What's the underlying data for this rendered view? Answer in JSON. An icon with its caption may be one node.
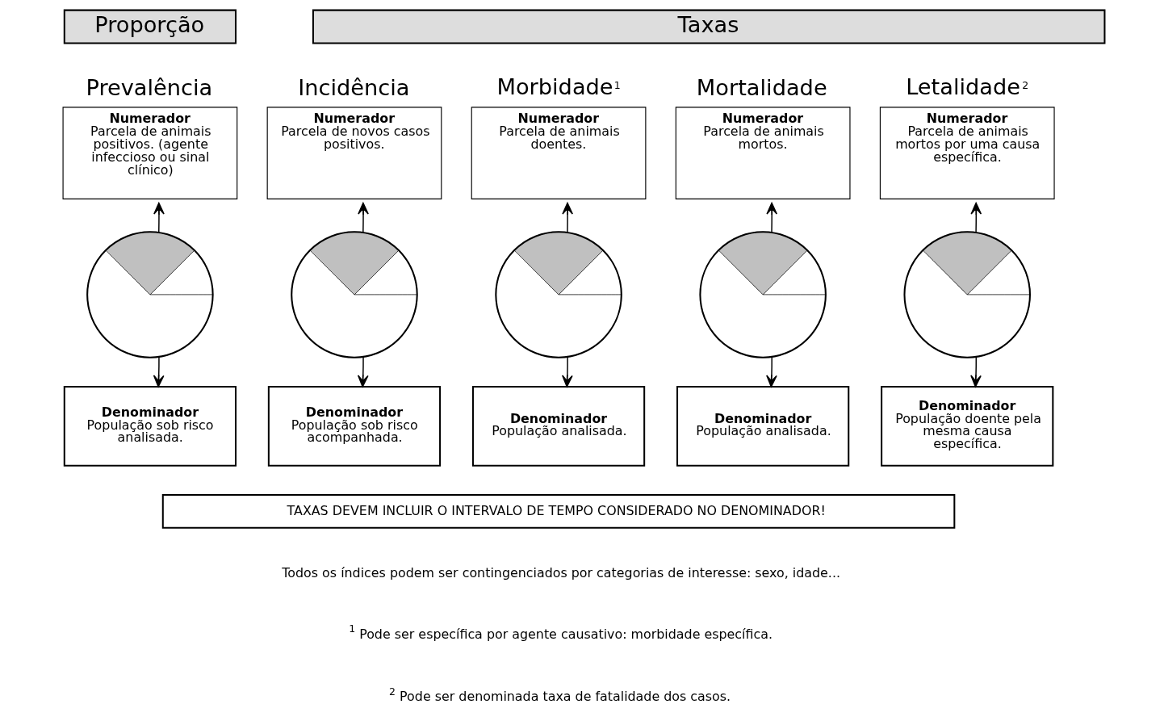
{
  "diagram": {
    "nodes": [
      {
        "text": [
          "Proporção"
        ]
      },
      {
        "text": [
          "Taxas"
        ]
      },
      {
        "text": [
          "Prevalência",
          "Numerador",
          "Parcela de animais positivos. (agente infeccioso ou sinal clínico)"
        ]
      },
      {
        "text": [],
        "shape": "circle"
      },
      {
        "text": [
          "Denominador",
          "População sob risco analisada."
        ]
      },
      {
        "text": [
          "Incidência",
          "Numerador",
          "Parcela de novos casos positivos."
        ]
      },
      {
        "text": [],
        "shape": "circle"
      },
      {
        "text": [
          "Denominador",
          "População sob risco acompanhada."
        ]
      },
      {
        "text": [
          "Morbidade$^{1}$",
          "Numerador",
          "Parcela de animais doentes."
        ]
      },
      {
        "text": [],
        "shape": "circle"
      },
      {
        "text": [
          "Denominador",
          "População analisada."
        ]
      },
      {
        "text": [
          "Mortalidade",
          "Numerador",
          "Parcela de animais mortos."
        ]
      },
      {
        "text": [],
        "shape": "circle"
      },
      {
        "text": [
          "Denominador",
          "População analisada."
        ]
      },
      {
        "text": [
          "Letalidade$^{2}$",
          "Numerador",
          "Parcela de animais mortos por uma causa específica."
        ]
      },
      {
        "text": [],
        "shape": "circle"
      },
      {
        "text": [
          "Denominador",
          "População doente pela mesma causa específica."
        ]
      },
      {
        "text": [
          "TAXAS DEVEM INCLUIR O INTERVALO DE TEMPO CONSIDERADO NO DENOMINADOR!"
        ]
      }
    ],
    "edges": [
      {
        "from": 3,
        "to": 2,
        "arrow": "to"
      },
      {
        "from": 3,
        "to": 4,
        "arrow": "to"
      },
      {
        "from": 6,
        "to": 5,
        "arrow": "to"
      },
      {
        "from": 6,
        "to": 7,
        "arrow": "to"
      },
      {
        "from": 9,
        "to": 8,
        "arrow": "to"
      },
      {
        "from": 9,
        "to": 10,
        "arrow": "to"
      },
      {
        "from": 12,
        "to": 11,
        "arrow": "to"
      },
      {
        "from": 12,
        "to": 13,
        "arrow": "to"
      },
      {
        "from": 15,
        "to": 14,
        "arrow": "to"
      },
      {
        "from": 15,
        "to": 16,
        "arrow": "to"
      }
    ],
    "labels": [
      "Todos os índices podem ser contingenciados por categorias de interesse: sexo, idade...",
      "$^{1}$ Pode ser específica por agente causativo: morbidade específica.",
      "$^{2}$ Pode ser denominada taxa de fatalidade dos casos."
    ]
  }
}
